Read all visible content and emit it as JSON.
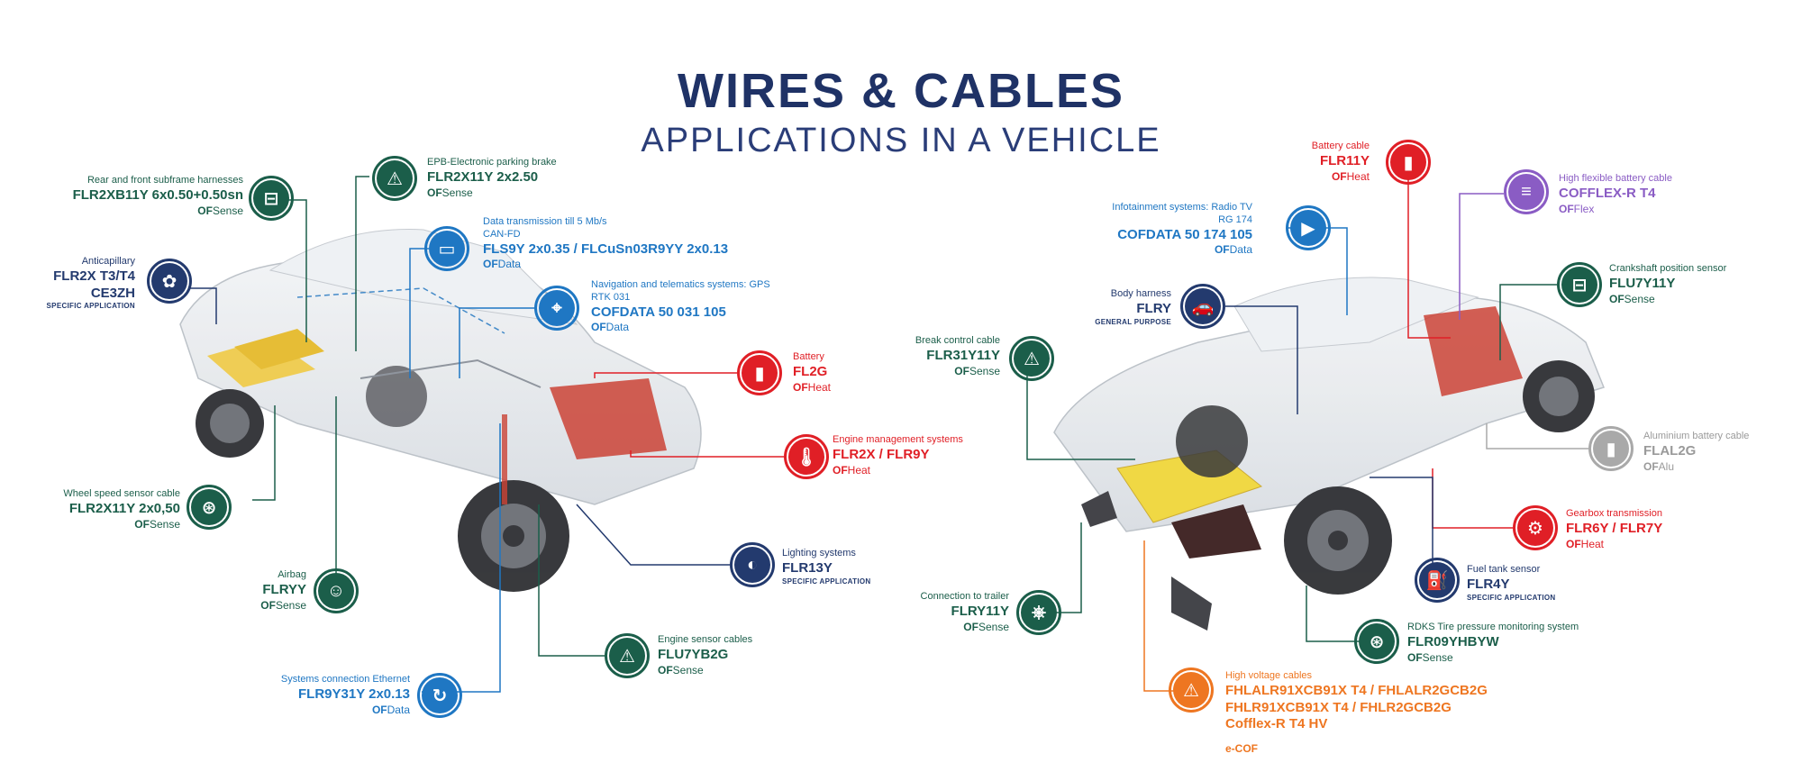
{
  "title": {
    "line1": "WIRES & CABLES",
    "line2": "APPLICATIONS IN A VEHICLE"
  },
  "callouts": [
    {
      "id": "subframe",
      "label": "Rear and front subframe harnesses",
      "code": "FLR2XB11Y 6x0.50+0.50sn",
      "brand": "Sense",
      "icon": "axle-icon",
      "color": "green"
    },
    {
      "id": "anticapillary",
      "label": "Anticapillary",
      "code1": "FLR2X T3/T4",
      "code2": "CE3ZH",
      "sub": "SPECIFIC APPLICATION",
      "icon": "strands-icon",
      "color": "navy"
    },
    {
      "id": "wheelspeed",
      "label": "Wheel speed sensor cable",
      "code": "FLR2X11Y 2x0,50",
      "brand": "Sense",
      "icon": "wheel-icon",
      "color": "green"
    },
    {
      "id": "airbag",
      "label": "Airbag",
      "code": "FLRYY",
      "brand": "Sense",
      "icon": "airbag-icon",
      "color": "green"
    },
    {
      "id": "ethernet",
      "label": "Systems connection Ethernet",
      "code": "FLR9Y31Y 2x0.13",
      "brand": "Data",
      "icon": "sync-icon",
      "color": "blue"
    },
    {
      "id": "epb",
      "label": "EPB-Electronic parking brake",
      "code": "FLR2X11Y 2x2.50",
      "brand": "Sense",
      "icon": "warning-icon",
      "color": "green"
    },
    {
      "id": "datatx",
      "label": "Data transmission till 5 Mb/s",
      "label2": "CAN-FD",
      "code": "FLS9Y 2x0.35 / FLCuSn03R9YY 2x0.13",
      "brand": "Data",
      "icon": "folder-icon",
      "color": "blue"
    },
    {
      "id": "nav",
      "label": "Navigation and telematics systems: GPS",
      "label2": "RTK 031",
      "code": "COFDATA 50 031 105",
      "brand": "Data",
      "icon": "location-icon",
      "color": "blue"
    },
    {
      "id": "battery",
      "label": "Battery",
      "code": "FL2G",
      "brand": "Heat",
      "icon": "battery-icon",
      "color": "red"
    },
    {
      "id": "engine",
      "label": "Engine management systems",
      "code": "FLR2X / FLR9Y",
      "brand": "Heat",
      "icon": "thermometer-icon",
      "color": "red"
    },
    {
      "id": "lighting",
      "label": "Lighting systems",
      "code": "FLR13Y",
      "sub": "SPECIFIC APPLICATION",
      "icon": "headlight-icon",
      "color": "navy"
    },
    {
      "id": "enginesensor",
      "label": "Engine sensor cables",
      "code": "FLU7YB2G",
      "brand": "Sense",
      "icon": "sensor-icon",
      "color": "green"
    },
    {
      "id": "batterycable",
      "label": "Battery cable",
      "code": "FLR11Y",
      "brand": "Heat",
      "icon": "battery-icon",
      "color": "red"
    },
    {
      "id": "flexbattery",
      "label": "High flexible battery cable",
      "code": "COFFLEX-R T4",
      "brand": "Flex",
      "icon": "flex-icon",
      "color": "purple"
    },
    {
      "id": "infotainment",
      "label": "Infotainment systems: Radio TV",
      "label2": "RG 174",
      "code": "COFDATA 50 174 105",
      "brand": "Data",
      "icon": "play-icon",
      "color": "blue"
    },
    {
      "id": "crankshaft",
      "label": "Crankshaft position sensor",
      "code": "FLU7Y11Y",
      "brand": "Sense",
      "icon": "axle-icon",
      "color": "green"
    },
    {
      "id": "bodyharness",
      "label": "Body harness",
      "code": "FLRY",
      "sub": "GENERAL PURPOSE",
      "icon": "car-icon",
      "color": "navy"
    },
    {
      "id": "breakcontrol",
      "label": "Break control cable",
      "code": "FLR31Y11Y",
      "brand": "Sense",
      "icon": "warning-icon",
      "color": "green"
    },
    {
      "id": "aluminium",
      "label": "Aluminium battery cable",
      "code": "FLAL2G",
      "brand": "Alu",
      "icon": "battery-icon",
      "color": "grey"
    },
    {
      "id": "gearbox",
      "label": "Gearbox transmission",
      "code": "FLR6Y / FLR7Y",
      "brand": "Heat",
      "icon": "gear-icon",
      "color": "red"
    },
    {
      "id": "fueltank",
      "label": "Fuel tank sensor",
      "code": "FLR4Y",
      "sub": "SPECIFIC APPLICATION",
      "icon": "fuel-icon",
      "color": "navy"
    },
    {
      "id": "trailer",
      "label": "Connection to trailer",
      "code": "FLRY11Y",
      "brand": "Sense",
      "icon": "trailer-icon",
      "color": "green"
    },
    {
      "id": "rdks",
      "label": "RDKS Tire pressure monitoring system",
      "code": "FLR09YHBYW",
      "brand": "Sense",
      "icon": "wheel-icon",
      "color": "green"
    },
    {
      "id": "highvoltage",
      "label": "High voltage cables",
      "code1": "FHLALR91XCB91X T4 / FHLALR2GCB2G",
      "code2": "FHLR91XCB91X T4 / FHLR2GCB2G",
      "code3": "Cofflex-R T4 HV",
      "brand": "e-COF",
      "icon": "hv-warning-icon",
      "color": "orange"
    }
  ],
  "brand_prefix": "OF"
}
